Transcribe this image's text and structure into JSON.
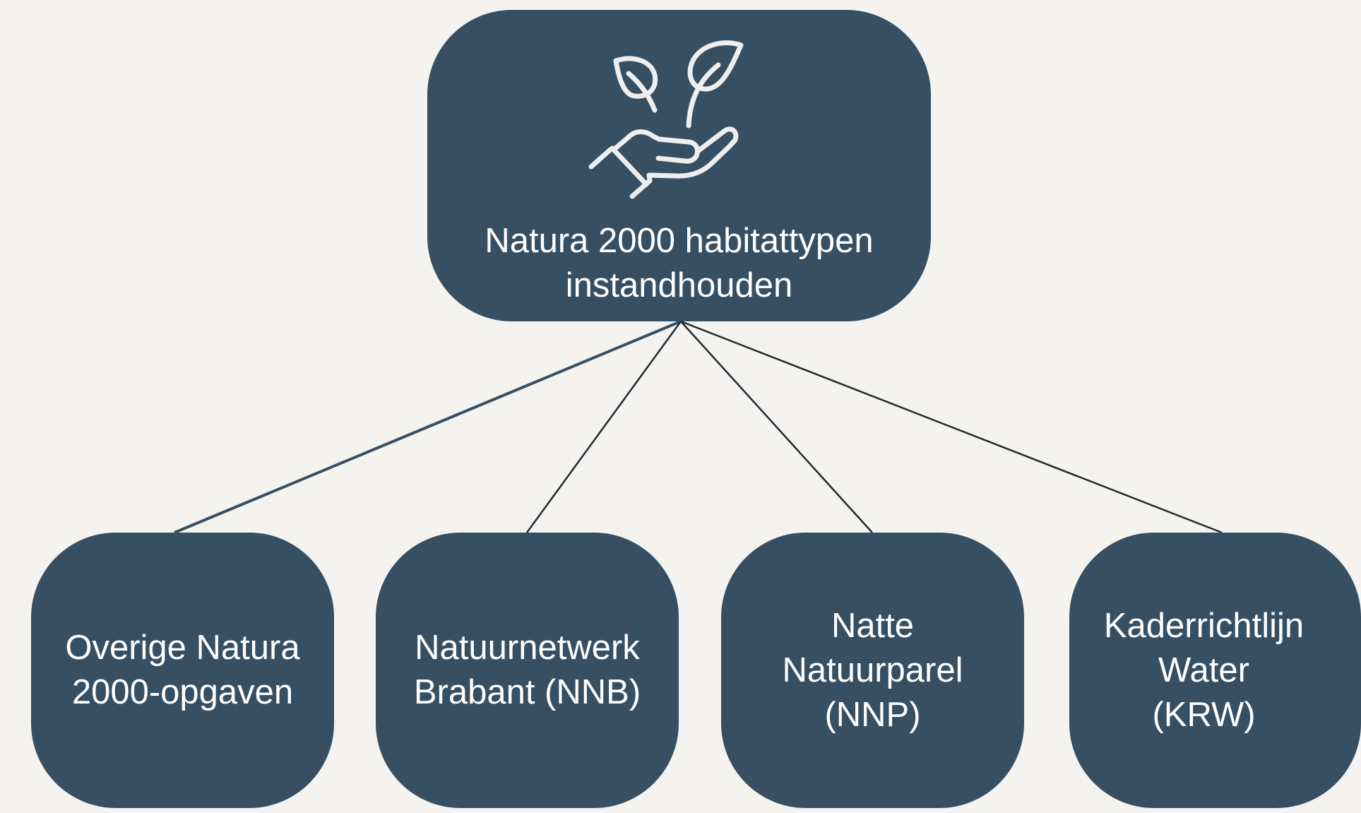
{
  "diagram": {
    "root": {
      "icon": "hand-holding-plant-icon",
      "label": "Natura 2000 habitattypen\ninstandhouden"
    },
    "children": [
      {
        "label": "Overige Natura\n2000-opgaven"
      },
      {
        "label": "Natuurnetwerk\nBrabant (NNB)"
      },
      {
        "label": "Natte\nNatuurparel\n(NNP)"
      },
      {
        "label": "Kaderrichtlijn\nWater\n(KRW)"
      }
    ]
  },
  "colors": {
    "background": "#f4f3ef",
    "node_fill": "#374f62",
    "node_text": "#ffffff",
    "icon_stroke": "#eeeeee",
    "connector": "#1f2a33"
  }
}
